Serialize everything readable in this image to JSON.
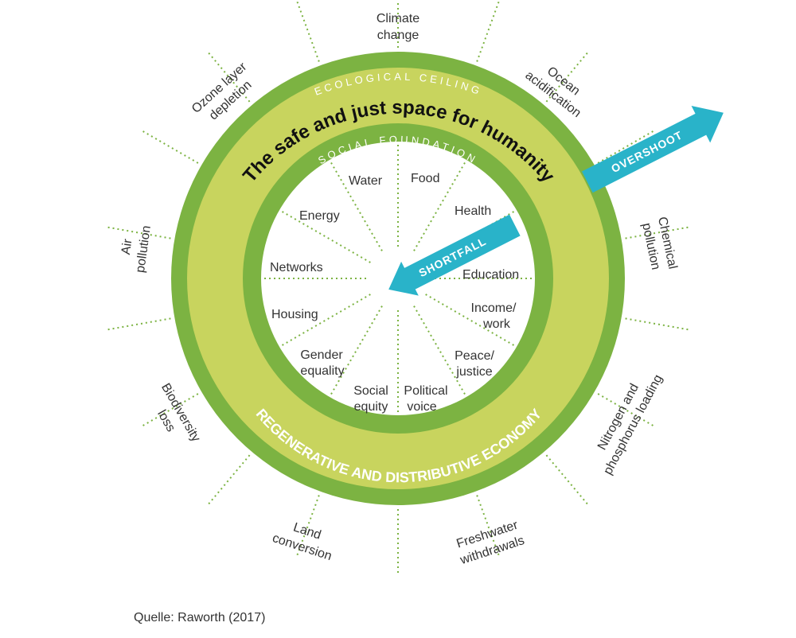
{
  "diagram": {
    "title": "The safe and just space for humanity",
    "ecological_ceiling_label": "ECOLOGICAL CEILING",
    "social_foundation_label": "SOCIAL FOUNDATION",
    "economy_label": "REGENERATIVE AND DISTRIBUTIVE ECONOMY",
    "overshoot_label": "OVERSHOOT",
    "shortfall_label": "SHORTFALL",
    "ecological_dimensions": [
      "Climate change",
      "Ocean acidification",
      "Chemical pollution",
      "Nitrogen and phosphorus loading",
      "Freshwater withdrawals",
      "Land conversion",
      "Biodiversity loss",
      "Air pollution",
      "Ozone layer depletion"
    ],
    "social_dimensions": [
      "Food",
      "Health",
      "Education",
      "Income/ work",
      "Peace/ justice",
      "Political voice",
      "Social equity",
      "Gender equality",
      "Housing",
      "Networks",
      "Energy",
      "Water"
    ],
    "colors": {
      "dark_green": "#7cb342",
      "light_green": "#c8d45e",
      "arrow_teal": "#29b3c9",
      "dotted_green": "#7cb342"
    }
  },
  "source": "Quelle: Raworth (2017)"
}
